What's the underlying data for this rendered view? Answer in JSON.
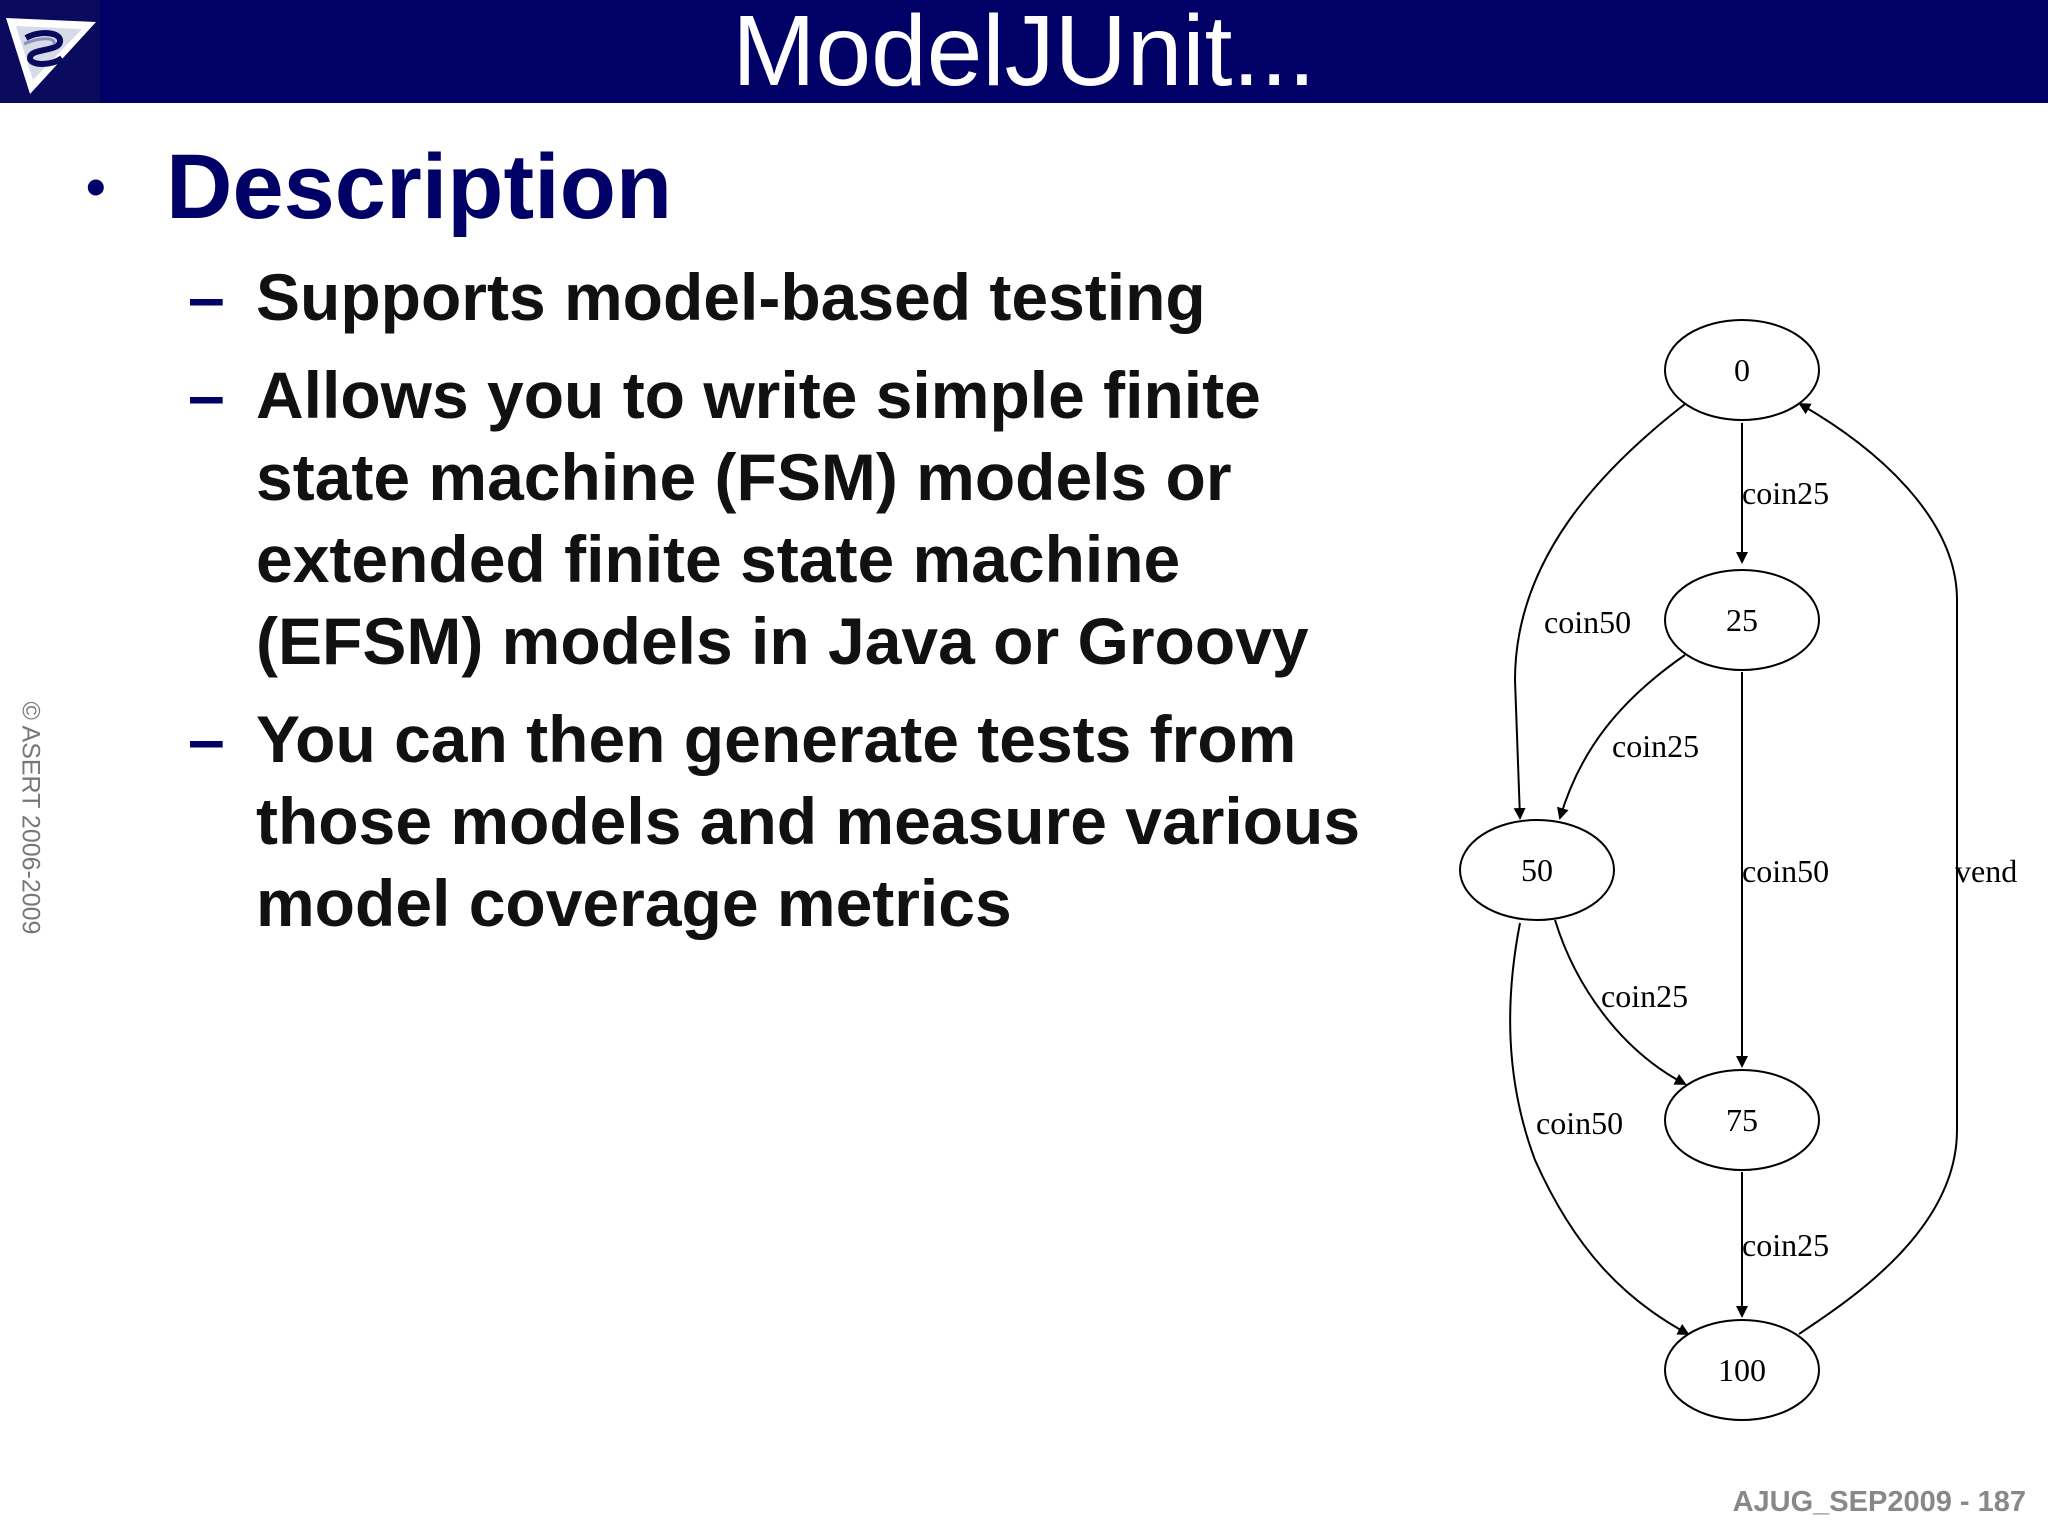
{
  "title": "ModelJUnit...",
  "copyright": "© ASERT 2006-2009",
  "footer": "AJUG_SEP2009 - 187",
  "main_bullet": "Description",
  "sub_bullets": [
    "Supports model-based testing",
    "Allows you to write simple finite state machine (FSM) models or extended finite state machine (EFSM) models in Java or Groovy",
    "You can then generate tests from those models and measure various model coverage metrics"
  ],
  "diagram": {
    "nodes": [
      {
        "id": "n0",
        "label": "0"
      },
      {
        "id": "n25",
        "label": "25"
      },
      {
        "id": "n50",
        "label": "50"
      },
      {
        "id": "n75",
        "label": "75"
      },
      {
        "id": "n100",
        "label": "100"
      }
    ],
    "edges": [
      {
        "id": "e0-25",
        "label": "coin25"
      },
      {
        "id": "e0-50",
        "label": "coin50"
      },
      {
        "id": "e25-50",
        "label": "coin25"
      },
      {
        "id": "e25-75",
        "label": "coin50"
      },
      {
        "id": "e50-75",
        "label": "coin25"
      },
      {
        "id": "e50-100",
        "label": "coin50"
      },
      {
        "id": "e75-100",
        "label": "coin25"
      },
      {
        "id": "e100-0",
        "label": "vend"
      }
    ]
  }
}
